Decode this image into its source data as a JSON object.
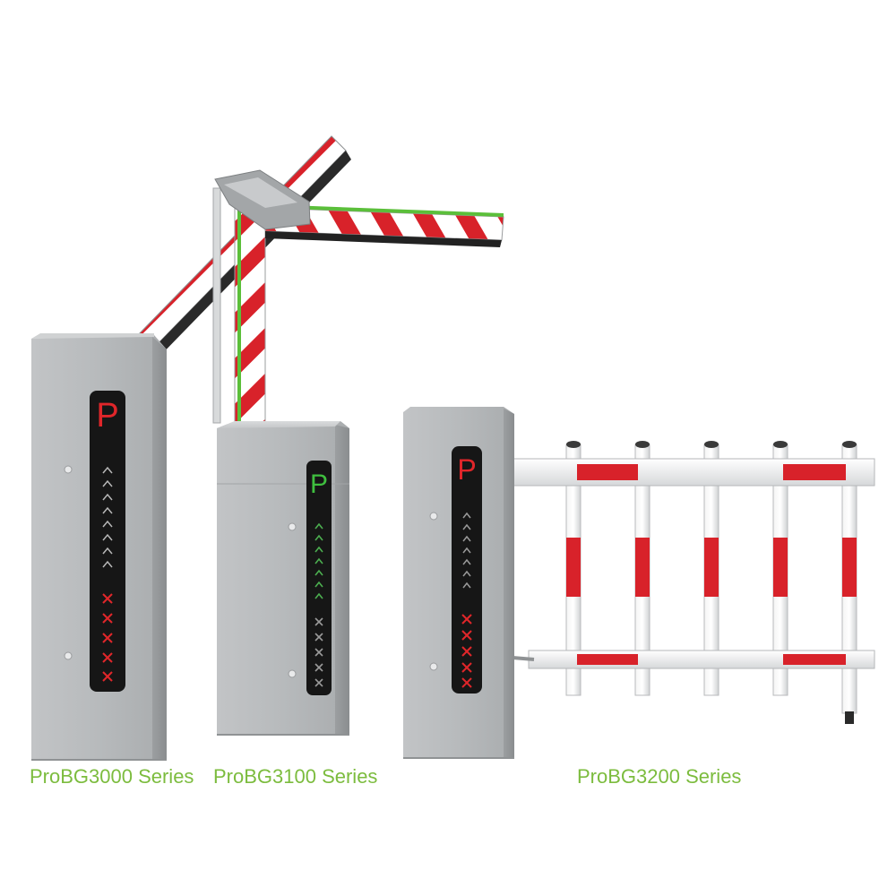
{
  "products": [
    {
      "series": "ProBG3000 Series",
      "parking_sign": "P",
      "sign_color": "#e0262a"
    },
    {
      "series": "ProBG3100 Series",
      "parking_sign": "P",
      "sign_color": "#3fbf3f"
    },
    {
      "series": "ProBG3200 Series",
      "parking_sign": "P",
      "sign_color": "#e0262a"
    }
  ],
  "colors": {
    "caption": "#7cbc3e",
    "cabinet": "#b5b8ba",
    "boom_red": "#d8222a",
    "boom_white": "#ffffff",
    "led_green": "#4caf50",
    "led_red": "#e0262a"
  }
}
